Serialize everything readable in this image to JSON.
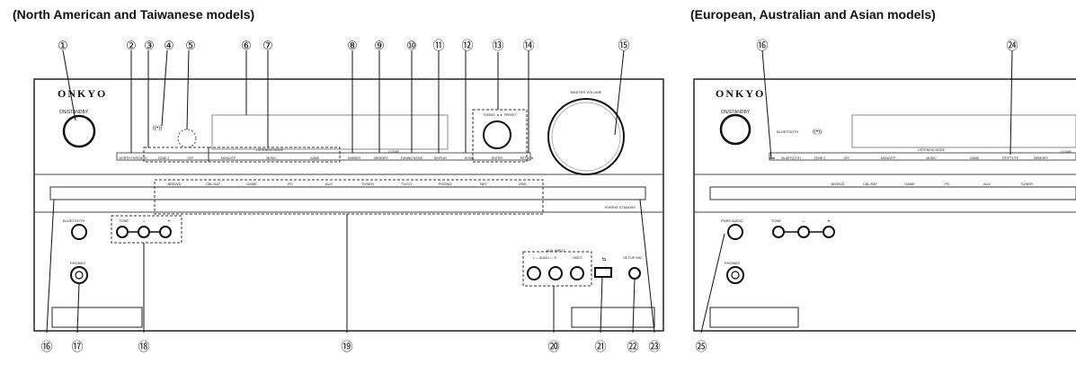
{
  "headings": {
    "left": "(North American and Taiwanese models)",
    "right": "(European, Australian and Asian models)"
  },
  "brand": "ONKYO",
  "left_panel": {
    "on_standby": "ON/STANDBY",
    "bt_icon_text": "((•))",
    "top_buttons": [
      "NORTH THROUGH",
      "ZONE 2",
      "OFF",
      "MONO/TP",
      "MUSIC",
      "GAME",
      "DIMMER",
      "MEMORY",
      "TUNING MODE",
      "DISPLAY",
      "HOME",
      "RETURN"
    ],
    "listening_mode": "LISTENING MODE",
    "clear": "CLEAR",
    "tuning_preset": "TUNING ◄ ► PRESET",
    "enter": "ENTER",
    "master_volume": "MASTER VOLUME",
    "inputs": [
      "BD/DVD",
      "CBL/SAT",
      "GAME",
      "PC",
      "AUX",
      "TUNER",
      "TV/CD",
      "PHONO",
      "NET",
      "USB"
    ],
    "hybrid_standby": "HYBRID STANDBY",
    "bluetooth": "BLUETOOTH",
    "tone": "TONE",
    "tone_minus": "−",
    "tone_plus": "+",
    "phones": "PHONES",
    "aux_input": "AUX INPUT",
    "aux_audio": "L — AUDIO — R",
    "aux_video": "VIDEO",
    "usb_symbol": "⇆",
    "setup_mic": "SETUP MIC"
  },
  "right_panel": {
    "on_standby": "ON/STANDBY",
    "bluetooth_led": "BLUETOOTH",
    "bt_icon_text": "((•))",
    "top_buttons": [
      "BLUETOOTH",
      "ZONE 2",
      "OFF",
      "MONO/TP",
      "MUSIC",
      "GAME",
      "RT/PTY/TP",
      "MEMORY",
      "CLEAR"
    ],
    "listening_mode": "LISTENING MODE",
    "inputs": [
      "BD/DVD",
      "CBL/SAT",
      "GAME",
      "PC",
      "AUX",
      "TUNER"
    ],
    "pure_audio": "PURE AUDIO",
    "tone": "TONE",
    "tone_minus": "−",
    "tone_plus": "+",
    "phones": "PHONES"
  },
  "callouts": [
    "①",
    "②",
    "③",
    "④",
    "⑤",
    "⑥",
    "⑦",
    "⑧",
    "⑨",
    "⑩",
    "⑪",
    "⑫",
    "⑬",
    "⑭",
    "⑮",
    "⑯",
    "⑰",
    "⑱",
    "⑲",
    "⑳",
    "㉑",
    "㉒",
    "㉓",
    "⑯",
    "㉔",
    "㉕"
  ]
}
